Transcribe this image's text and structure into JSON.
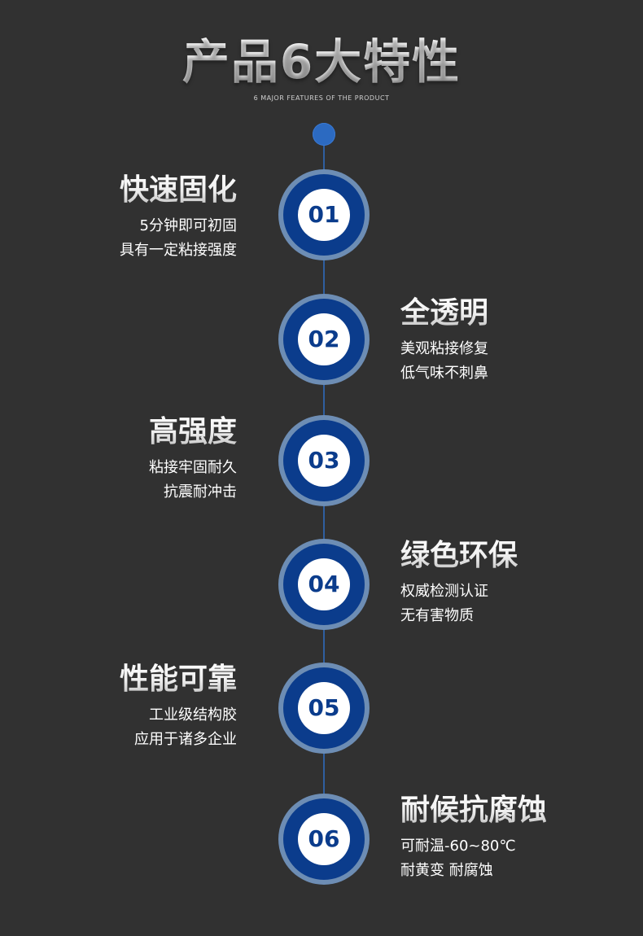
{
  "header": {
    "title": "产品6大特性",
    "subtitle": "6 MAJOR FEATURES OF THE PRODUCT"
  },
  "colors": {
    "background": "#313131",
    "accent_blue": "#0b3c8c",
    "ring_outer": "#6d8db4",
    "timeline": "#2f5fa0",
    "dot": "#2c6ac1"
  },
  "features": [
    {
      "number": "01",
      "title": "快速固化",
      "lines": [
        "5分钟即可初固",
        "具有一定粘接强度"
      ]
    },
    {
      "number": "02",
      "title": "全透明",
      "lines": [
        "美观粘接修复",
        "低气味不刺鼻"
      ]
    },
    {
      "number": "03",
      "title": "高强度",
      "lines": [
        "粘接牢固耐久",
        "抗震耐冲击"
      ]
    },
    {
      "number": "04",
      "title": "绿色环保",
      "lines": [
        "权威检测认证",
        "无有害物质"
      ]
    },
    {
      "number": "05",
      "title": "性能可靠",
      "lines": [
        "工业级结构胶",
        "应用于诸多企业"
      ]
    },
    {
      "number": "06",
      "title": "耐候抗腐蚀",
      "lines": [
        "可耐温-60~80℃",
        "耐黄变 耐腐蚀"
      ]
    }
  ]
}
